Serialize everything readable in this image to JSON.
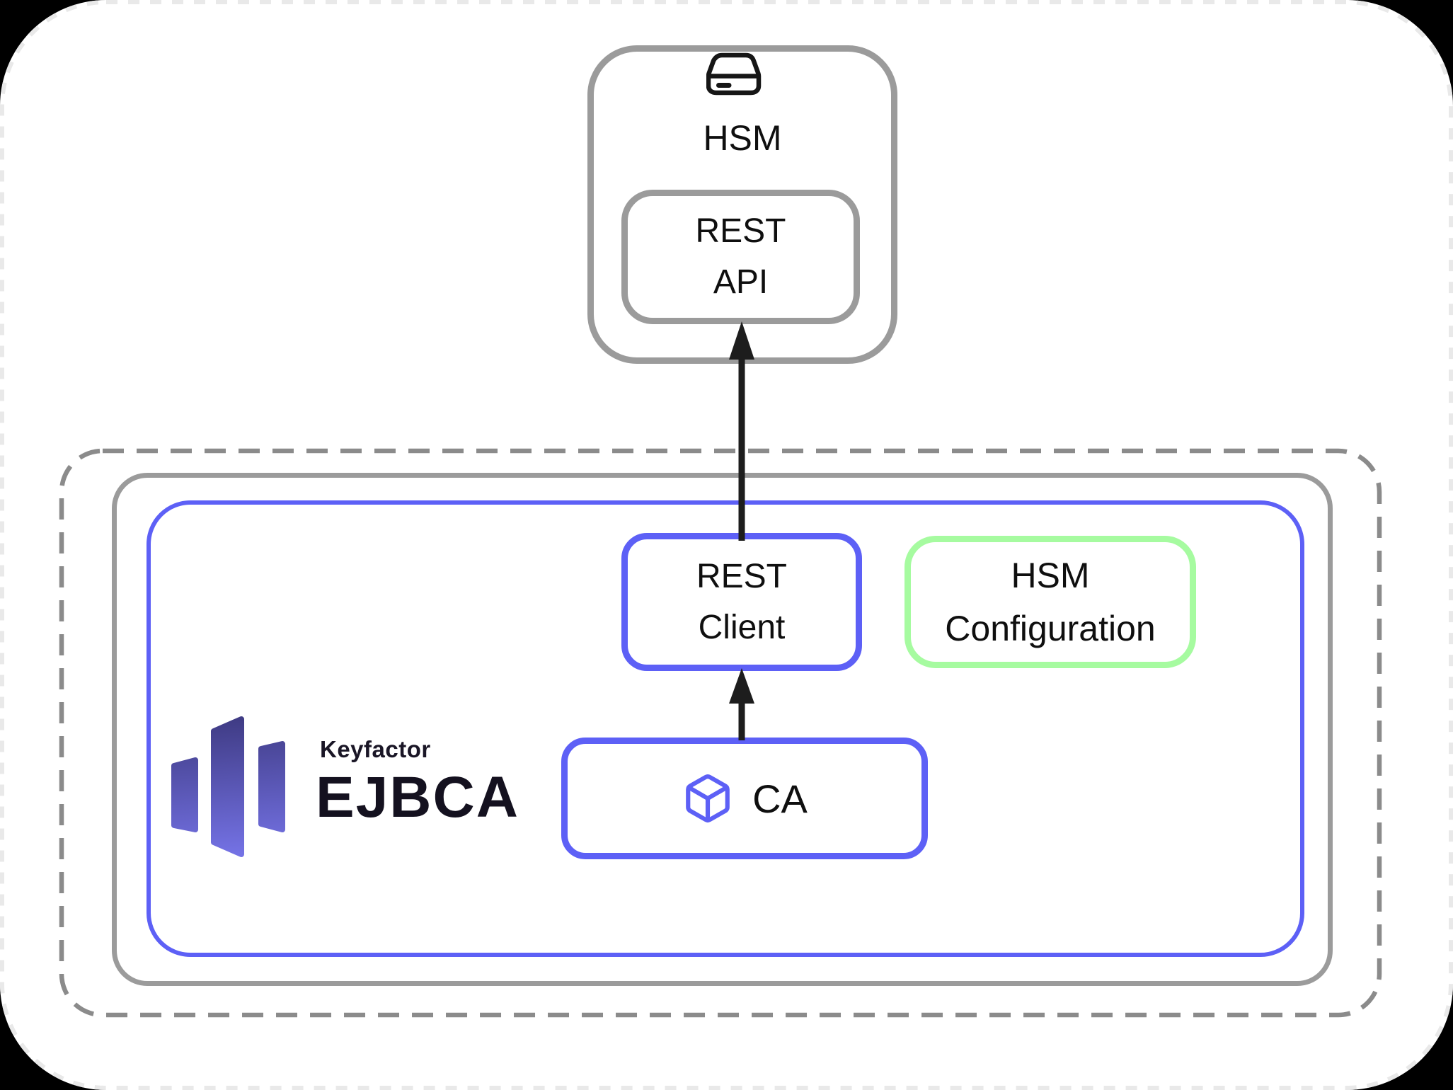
{
  "page": {
    "background": "#000000",
    "surface": "#ffffff"
  },
  "colors": {
    "accent_blue": "#5d60f6",
    "accent_green": "#a6fba0",
    "border_gray": "#9b9b9b",
    "dashed_gray": "#8b8b8b",
    "arrow_black": "#1d1d1d",
    "text_black": "#0f0f0f",
    "logo_gradient_top": "#3e3a82",
    "logo_gradient_bottom": "#7674e8"
  },
  "hsm_node": {
    "label": "HSM",
    "icon": "external-drive-icon",
    "rest_api": {
      "line1": "REST",
      "line2": "API"
    }
  },
  "ejbca_node": {
    "rest_client": {
      "line1": "REST",
      "line2": "Client"
    },
    "hsm_configuration": {
      "line1": "HSM",
      "line2": "Configuration"
    },
    "ca": {
      "label": "CA",
      "icon": "cube-icon"
    },
    "logo": {
      "brand": "Keyfactor",
      "product": "EJBCA",
      "icon": "keyfactor-bars-icon"
    }
  },
  "connections": [
    {
      "from": "CA",
      "to": "REST Client",
      "direction": "up"
    },
    {
      "from": "REST Client",
      "to": "REST API",
      "direction": "up"
    }
  ]
}
